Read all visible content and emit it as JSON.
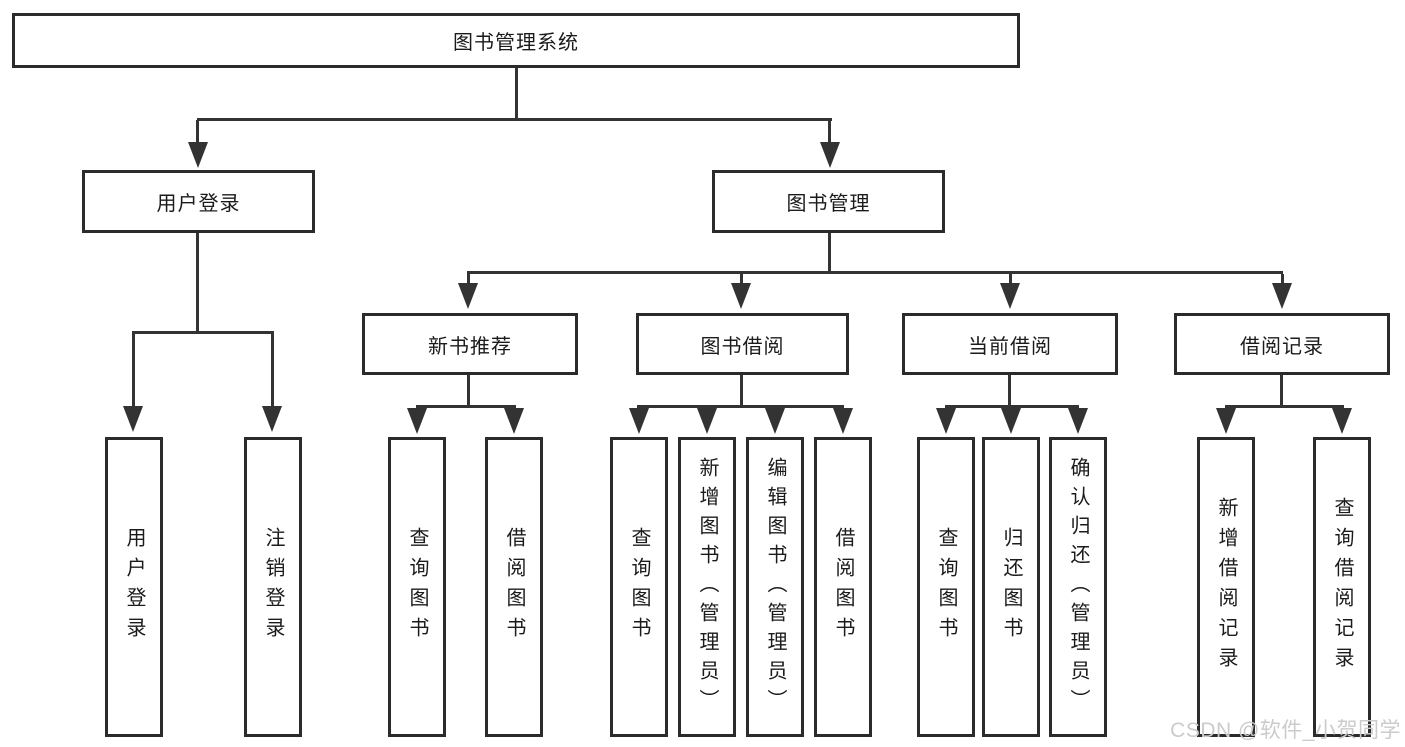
{
  "colors": {
    "line": "#333333",
    "box_border": "#2b2b2b",
    "text": "#1b1b1b",
    "watermark": "#cbcbcb",
    "background": "#ffffff"
  },
  "watermark": "CSDN @软件_小贺同学",
  "tree": {
    "label": "图书管理系统",
    "children": [
      {
        "label": "用户登录",
        "children": [
          {
            "label": "用户登录"
          },
          {
            "label": "注销登录"
          }
        ]
      },
      {
        "label": "图书管理",
        "children": [
          {
            "label": "新书推荐",
            "children": [
              {
                "label": "查询图书"
              },
              {
                "label": "借阅图书"
              }
            ]
          },
          {
            "label": "图书借阅",
            "children": [
              {
                "label": "查询图书"
              },
              {
                "label": "新增图书（管理员）"
              },
              {
                "label": "编辑图书（管理员）"
              },
              {
                "label": "借阅图书"
              }
            ]
          },
          {
            "label": "当前借阅",
            "children": [
              {
                "label": "查询图书"
              },
              {
                "label": "归还图书"
              },
              {
                "label": "确认归还（管理员）"
              }
            ]
          },
          {
            "label": "借阅记录",
            "children": [
              {
                "label": "新增借阅记录"
              },
              {
                "label": "查询借阅记录"
              }
            ]
          }
        ]
      }
    ]
  }
}
